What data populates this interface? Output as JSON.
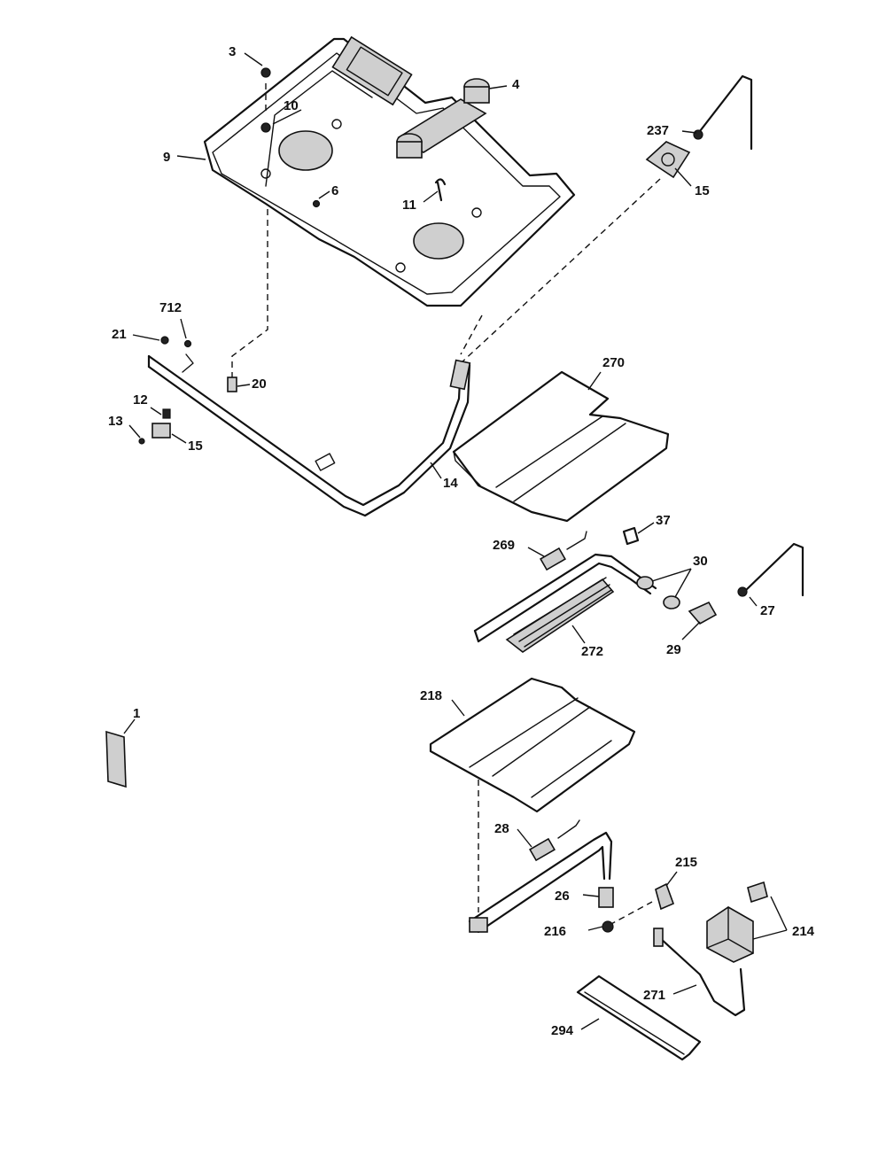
{
  "diagram": {
    "callouts": {
      "c1": "1",
      "c3": "3",
      "c4": "4",
      "c6": "6",
      "c9": "9",
      "c10": "10",
      "c11": "11",
      "c12": "12",
      "c13": "13",
      "c14": "14",
      "c15a": "15",
      "c15b": "15",
      "c20": "20",
      "c21": "21",
      "c26": "26",
      "c27": "27",
      "c28": "28",
      "c29": "29",
      "c30": "30",
      "c37": "37",
      "c214": "214",
      "c215": "215",
      "c216": "216",
      "c218": "218",
      "c237": "237",
      "c269": "269",
      "c270": "270",
      "c271": "271",
      "c272": "272",
      "c294": "294",
      "c712": "712"
    }
  }
}
